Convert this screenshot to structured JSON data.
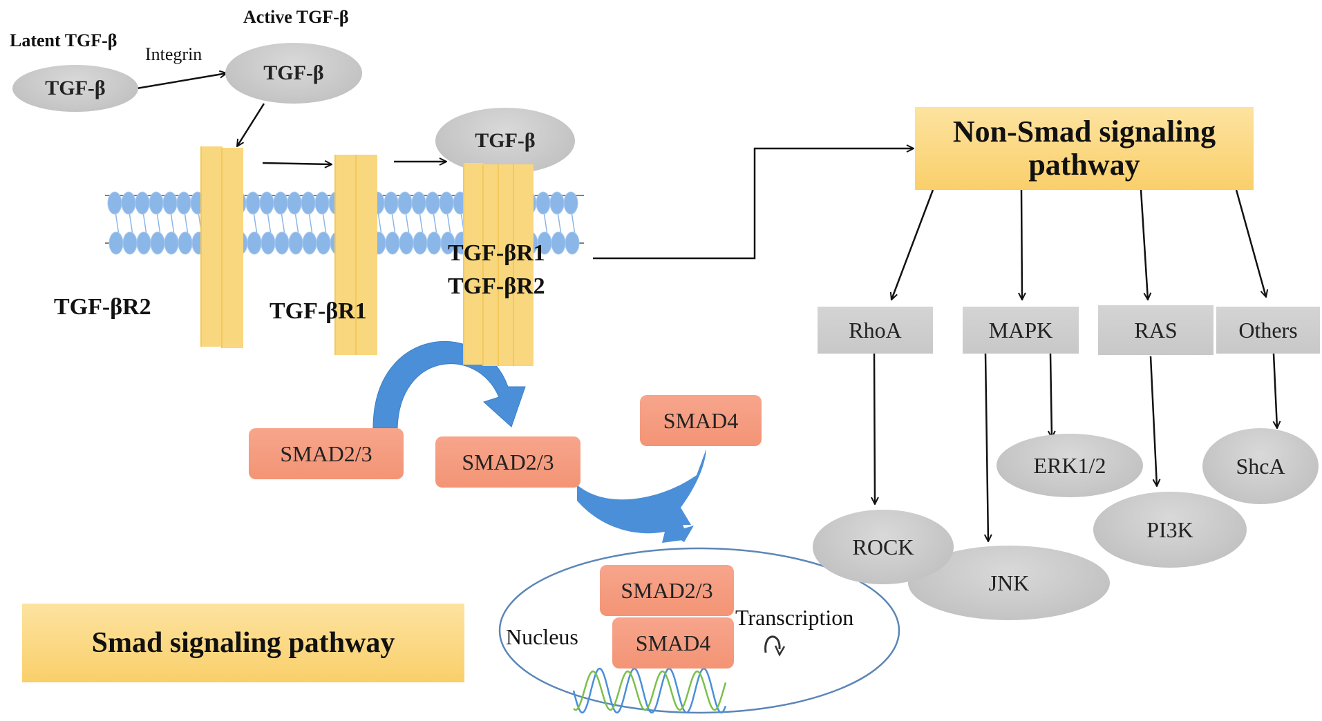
{
  "colors": {
    "ligand_gray": "#c8c8c8",
    "receptor_yellow": "#f9d77e",
    "pathway_box_yellow": "#fad577",
    "smad_salmon": "#f49a7d",
    "blue_arrow": "#4a8fd8",
    "membrane_blue": "#8bb6e8",
    "node_gray": "#cfcfcf",
    "nucleus_outline": "#5b86b8",
    "dna_blue": "#4a8fd8",
    "dna_green": "#7cbf4a"
  },
  "ligands": {
    "latent_label": "Latent TGF-β",
    "latent_oval": "TGF-β",
    "integrin_label": "Integrin",
    "active_label": "Active TGF-β",
    "active_oval": "TGF-β",
    "bound_oval": "TGF-β"
  },
  "receptors": {
    "r2_label": "TGF-βR2",
    "r1_label": "TGF-βR1",
    "complex_label_1": "TGF-βR1",
    "complex_label_2": "TGF-βR2"
  },
  "smad": {
    "pathway_title": "Smad signaling pathway",
    "smad23_a": "SMAD2/3",
    "smad23_b": "SMAD2/3",
    "smad4": "SMAD4",
    "nucleus_label": "Nucleus",
    "nucleus_smad23": "SMAD2/3",
    "nucleus_smad4": "SMAD4",
    "transcription_label": "Transcription"
  },
  "non_smad": {
    "title_line1": "Non-Smad signaling",
    "title_line2": "pathway",
    "branches": [
      {
        "name": "RhoA",
        "targets": [
          "ROCK"
        ]
      },
      {
        "name": "MAPK",
        "targets": [
          "ERK1/2",
          "JNK"
        ]
      },
      {
        "name": "RAS",
        "targets": [
          "PI3K"
        ]
      },
      {
        "name": "Others",
        "targets": [
          "ShcA"
        ]
      }
    ]
  }
}
